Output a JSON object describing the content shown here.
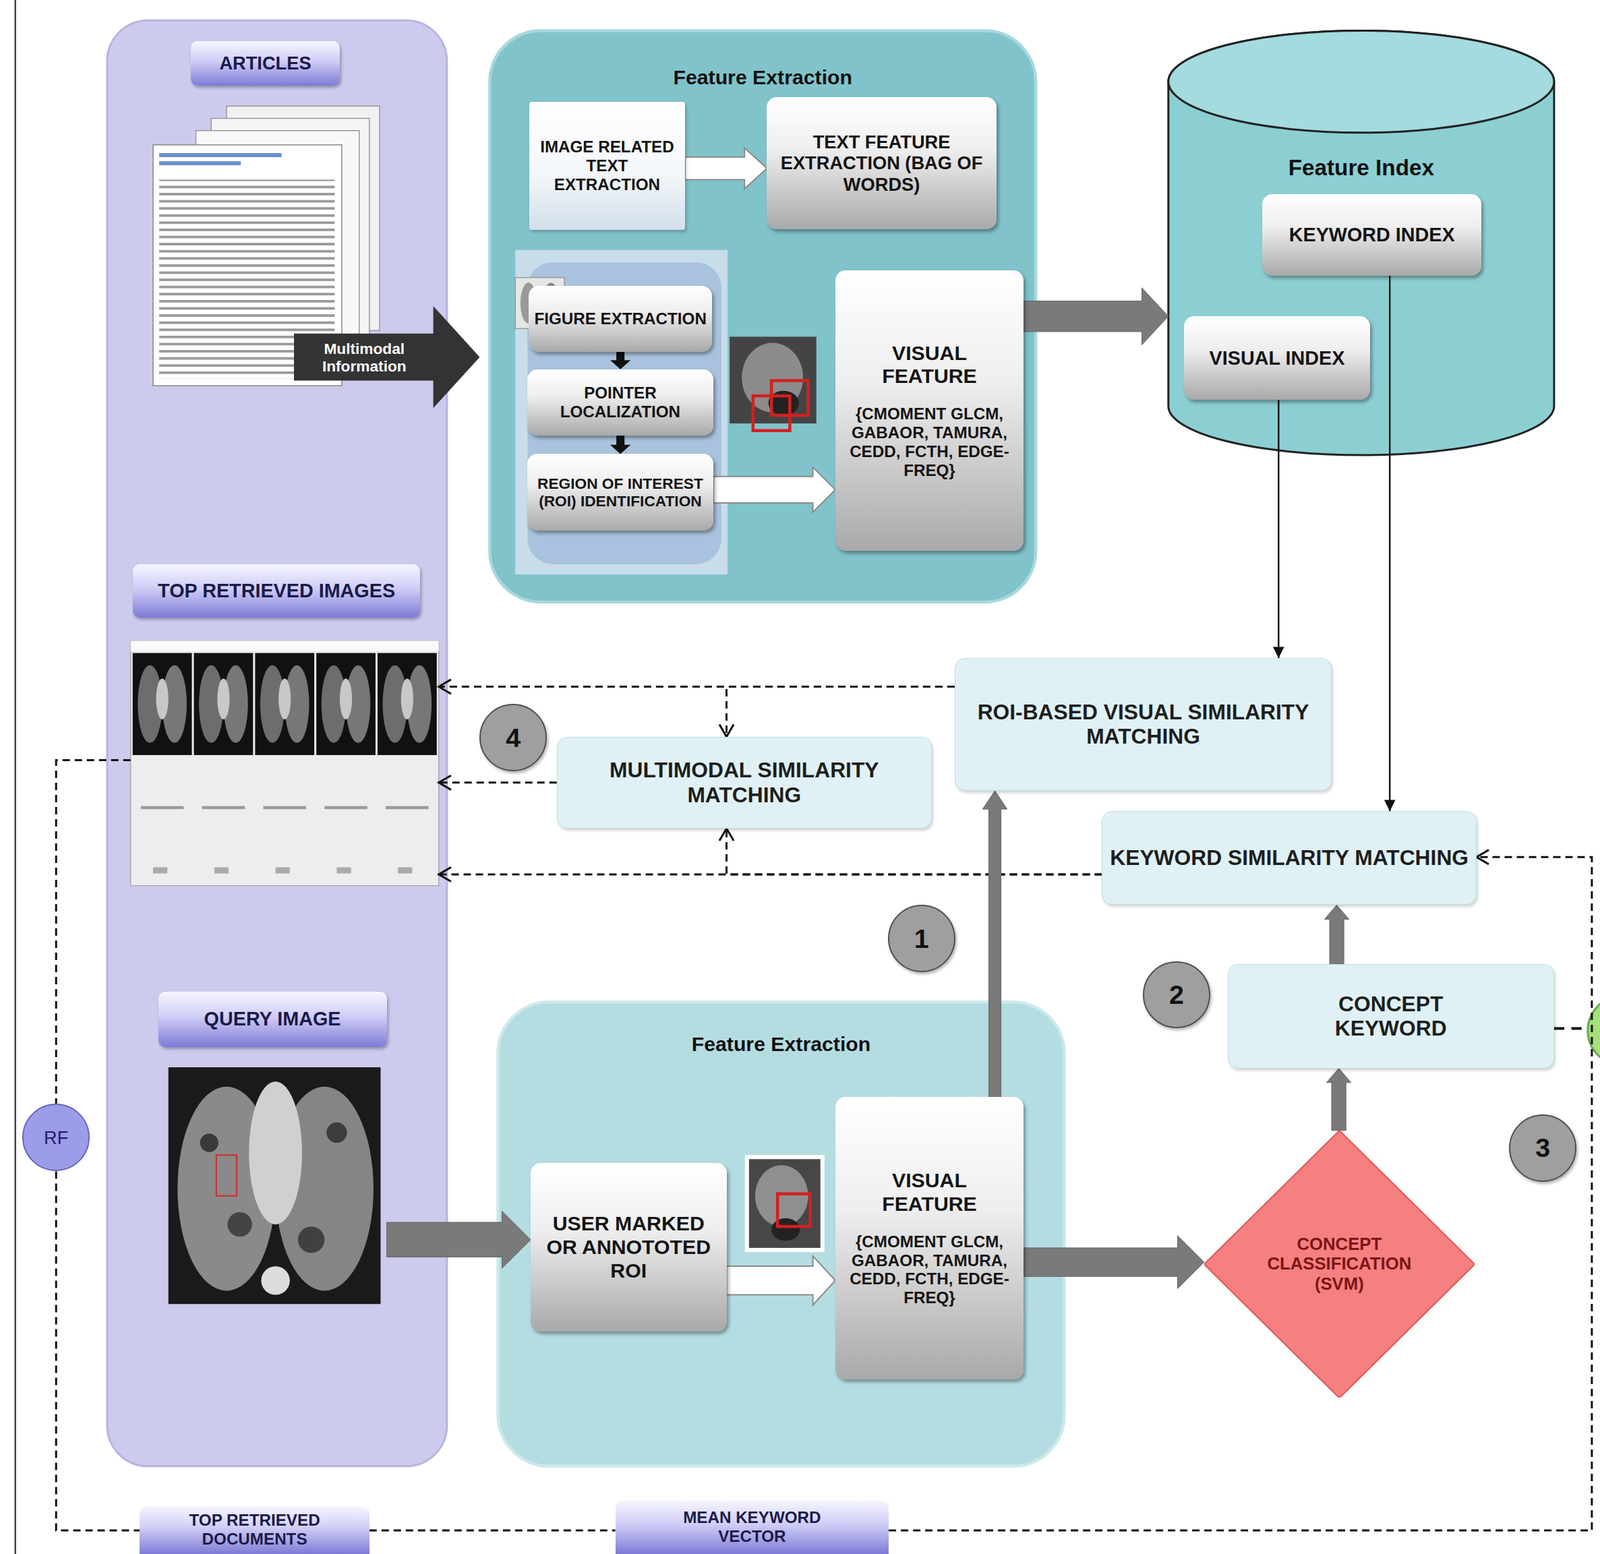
{
  "diagram": {
    "nodes": [
      {
        "text": [
          "ARTICLES"
        ]
      },
      {
        "text": [
          "Multimodal Information"
        ]
      },
      {
        "text": [
          "Feature Extraction"
        ]
      },
      {
        "text": [
          "IMAGE RELATED TEXT EXTRACTION"
        ],
        "in": 2
      },
      {
        "text": [
          "TEXT FEATURE EXTRACTION (BAG OF WORDS)"
        ],
        "in": 2
      },
      {
        "text": [
          "FIGURE EXTRACTION"
        ],
        "in": 2
      },
      {
        "text": [
          "POINTER LOCALIZATION"
        ],
        "in": 2
      },
      {
        "text": [
          "REGION OF INTEREST (ROI) IDENTIFICATION"
        ],
        "in": 2
      },
      {
        "text": [
          "VISUAL FEATURE",
          "{CMOMENT GLCM, GABAOR, TAMURA, CEDD, FCTH, EDGE-FREQ}"
        ],
        "in": 2
      },
      {
        "text": [
          "Feature Index"
        ]
      },
      {
        "text": [
          "KEYWORD INDEX"
        ],
        "in": 9
      },
      {
        "text": [
          "VISUAL INDEX"
        ],
        "in": 9
      },
      {
        "text": [
          "TOP RETRIEVED IMAGES"
        ]
      },
      {
        "text": [
          "ROI-BASED VISUAL SIMILARITY MATCHING"
        ]
      },
      {
        "text": [
          "MULTIMODAL SIMILARITY MATCHING"
        ]
      },
      {
        "text": [
          "KEYWORD SIMILARITY MATCHING"
        ]
      },
      {
        "text": [
          "CONCEPT KEYWORD"
        ]
      },
      {
        "text": [
          "QUERY IMAGE"
        ]
      },
      {
        "text": [
          "Feature Extraction"
        ]
      },
      {
        "text": [
          "USER MARKED OR ANNOTOTED ROI"
        ],
        "in": 18
      },
      {
        "text": [
          "VISUAL FEATURE",
          "{CMOMENT GLCM, GABAOR, TAMURA, CEDD, FCTH, EDGE-FREQ}"
        ],
        "in": 18
      },
      {
        "text": [
          "CONCEPT CLASSIFICATION (SVM)"
        ]
      },
      {
        "text": [
          "RF"
        ]
      },
      {
        "text": [
          "TOP RETRIEVED DOCUMENTS"
        ]
      },
      {
        "text": [
          "MEAN KEYWORD VECTOR"
        ]
      }
    ],
    "edges": [
      {
        "from": 3,
        "to": 4,
        "arrow": "to"
      },
      {
        "from": 5,
        "to": 6,
        "arrow": "to"
      },
      {
        "from": 6,
        "to": 7,
        "arrow": "to"
      },
      {
        "from": 7,
        "to": 8,
        "arrow": "to"
      },
      {
        "from": 8,
        "to": 9,
        "arrow": "to"
      },
      {
        "from": 11,
        "to": 13,
        "arrow": "to"
      },
      {
        "from": 10,
        "to": 15,
        "arrow": "to"
      },
      {
        "from": 13,
        "to": 12,
        "arrow": "to"
      },
      {
        "from": 13,
        "to": 14,
        "arrow": "to"
      },
      {
        "from": 14,
        "to": 12,
        "arrow": "to"
      },
      {
        "from": 15,
        "to": 12,
        "arrow": "to"
      },
      {
        "from": 15,
        "to": 14,
        "arrow": "to"
      },
      {
        "from": 20,
        "to": 13,
        "arrow": "to"
      },
      {
        "from": 19,
        "to": 20,
        "arrow": "to"
      },
      {
        "from": 17,
        "to": 19,
        "arrow": "to"
      },
      {
        "from": 20,
        "to": 21,
        "arrow": "to"
      },
      {
        "from": 21,
        "to": 16,
        "arrow": "to"
      },
      {
        "from": 16,
        "to": 15,
        "arrow": "to"
      },
      {
        "from": 12,
        "to": 22,
        "arrow": "none"
      },
      {
        "from": 22,
        "to": 23,
        "arrow": "none"
      },
      {
        "from": 23,
        "to": 24,
        "arrow": "none"
      },
      {
        "from": 24,
        "to": 15,
        "arrow": "to"
      }
    ],
    "labels": [
      "4",
      "1",
      "2",
      "3"
    ]
  }
}
